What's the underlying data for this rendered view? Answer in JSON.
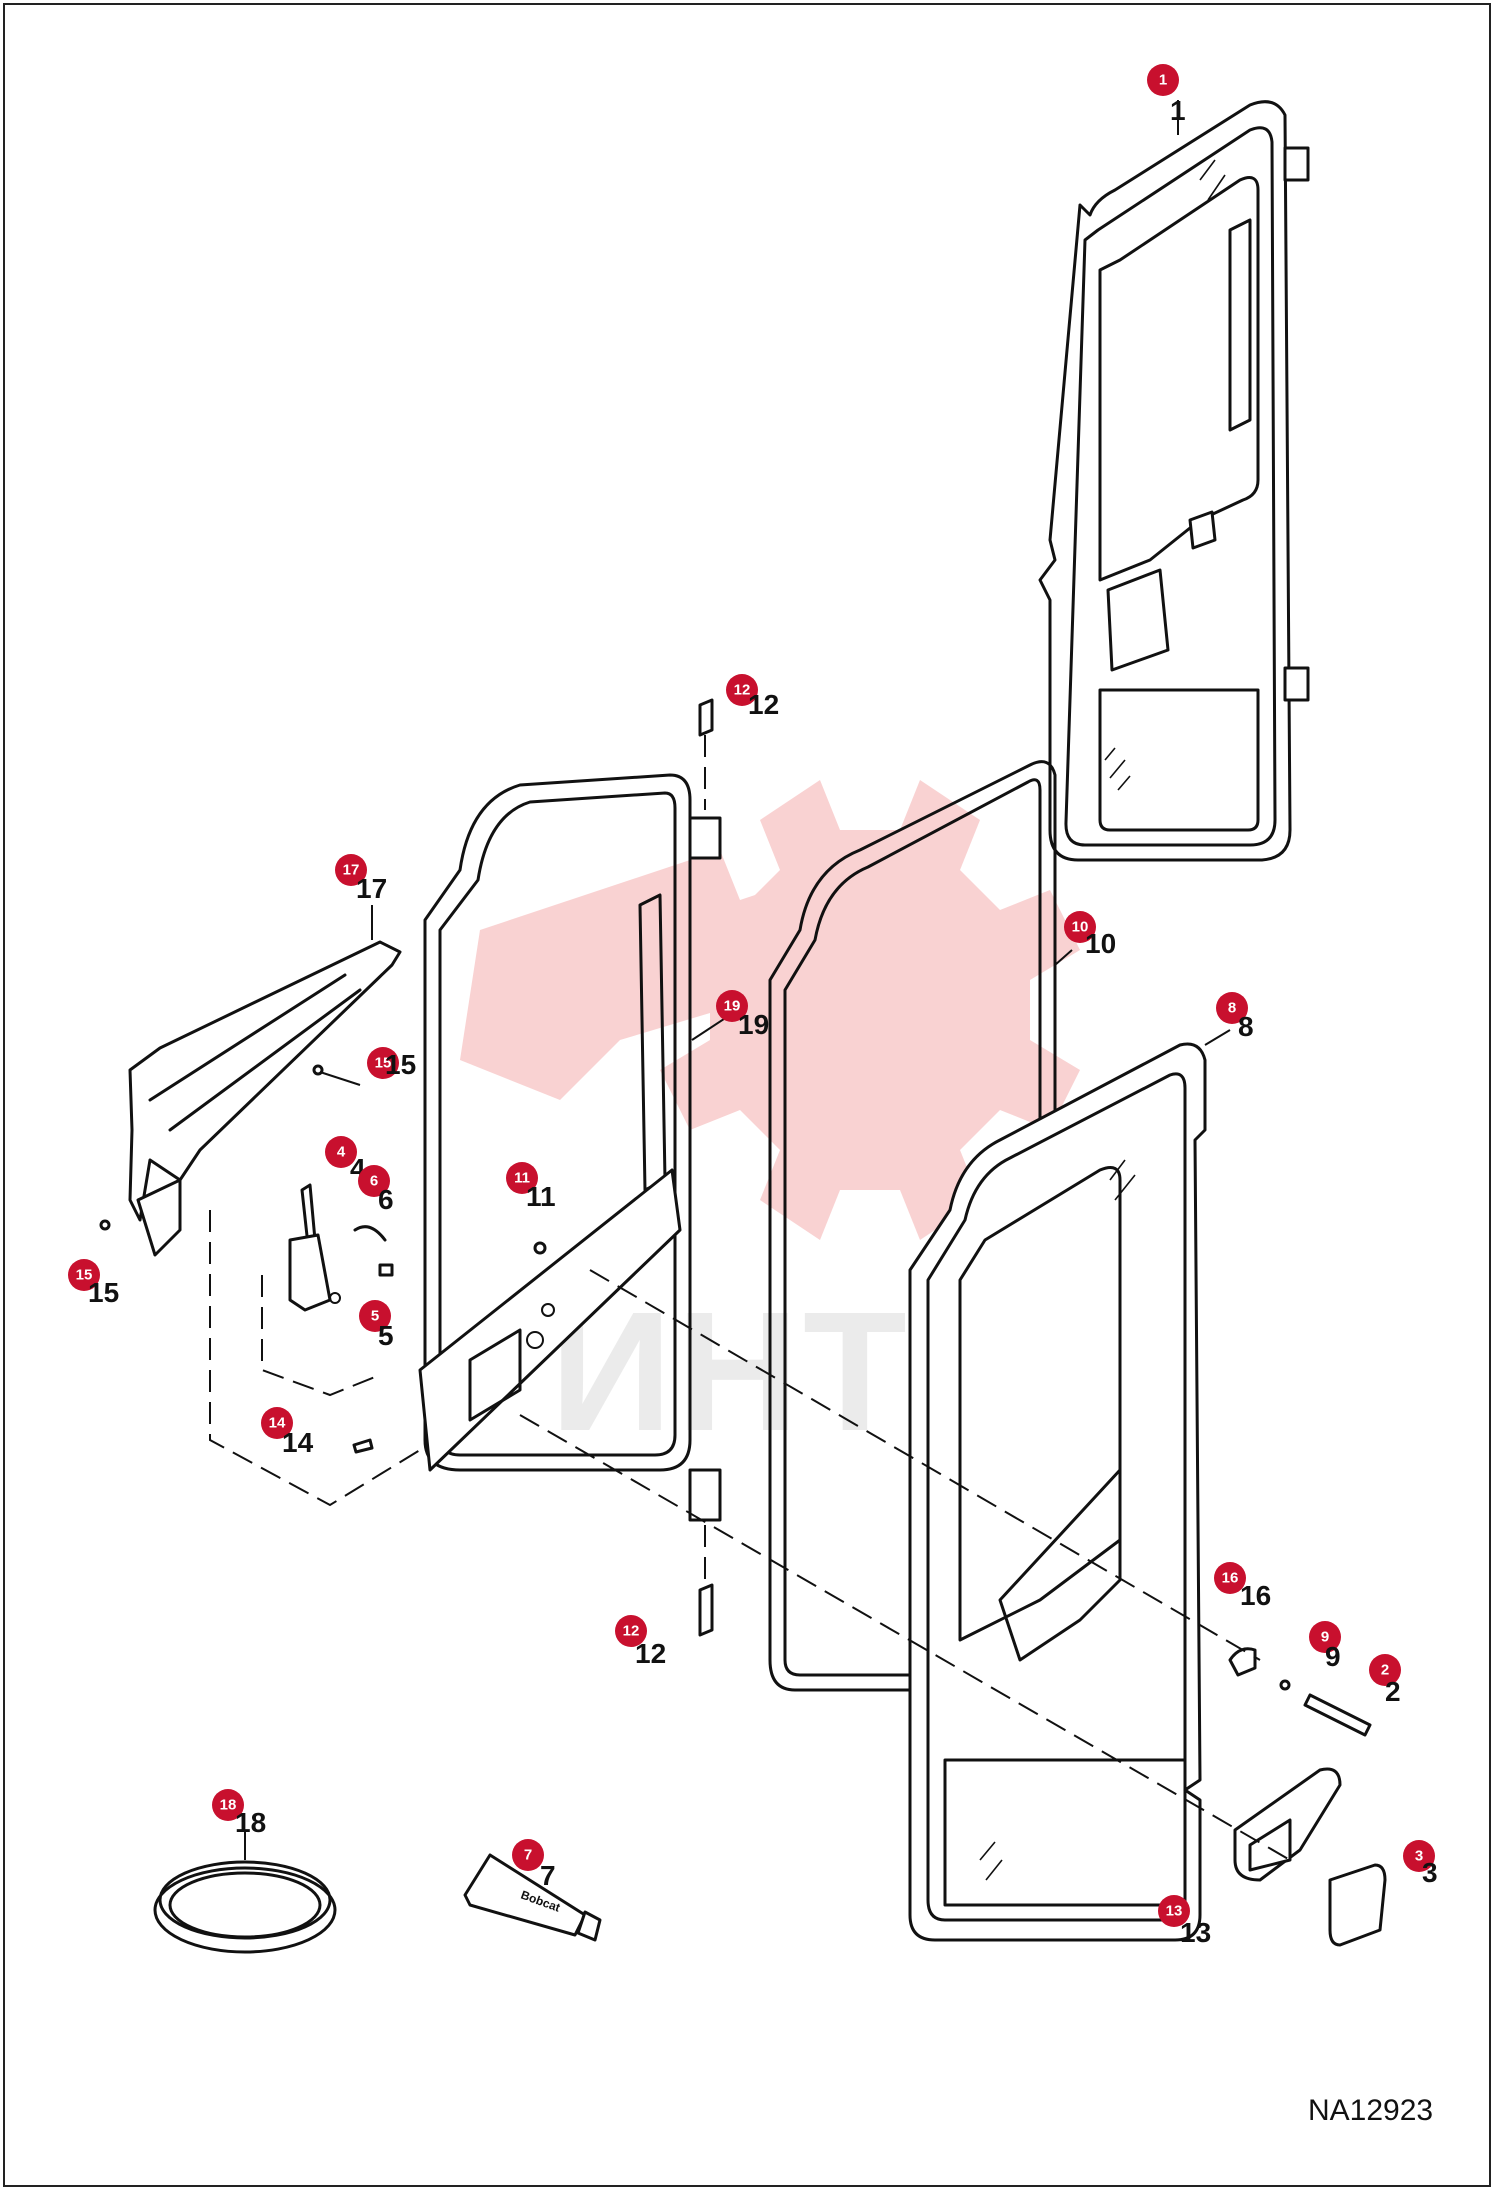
{
  "drawing_number": "NA12923",
  "watermark": {
    "text": "ИНТЕХ",
    "color": "#f4a6a6"
  },
  "tube_label": "Bobcat",
  "accent_color": "#c8102e",
  "callouts": [
    {
      "id": "c1",
      "badge": "1",
      "label": "1"
    },
    {
      "id": "c12a",
      "badge": "12",
      "label": "12"
    },
    {
      "id": "c17",
      "badge": "17",
      "label": "17"
    },
    {
      "id": "c10",
      "badge": "10",
      "label": "10"
    },
    {
      "id": "c19",
      "badge": "19",
      "label": "19"
    },
    {
      "id": "c8",
      "badge": "8",
      "label": "8"
    },
    {
      "id": "c15a",
      "badge": "15",
      "label": "15"
    },
    {
      "id": "c4",
      "badge": "4",
      "label": "4"
    },
    {
      "id": "c6",
      "badge": "6",
      "label": "6"
    },
    {
      "id": "c11",
      "badge": "11",
      "label": "11"
    },
    {
      "id": "c15b",
      "badge": "15",
      "label": "15"
    },
    {
      "id": "c5",
      "badge": "5",
      "label": "5"
    },
    {
      "id": "c14",
      "badge": "14",
      "label": "14"
    },
    {
      "id": "c16",
      "badge": "16",
      "label": "16"
    },
    {
      "id": "c9",
      "badge": "9",
      "label": "9"
    },
    {
      "id": "c2",
      "badge": "2",
      "label": "2"
    },
    {
      "id": "c12b",
      "badge": "12",
      "label": "12"
    },
    {
      "id": "c18",
      "badge": "18",
      "label": "18"
    },
    {
      "id": "c7",
      "badge": "7",
      "label": "7"
    },
    {
      "id": "c3",
      "badge": "3",
      "label": "3"
    },
    {
      "id": "c13",
      "badge": "13",
      "label": "13"
    }
  ]
}
